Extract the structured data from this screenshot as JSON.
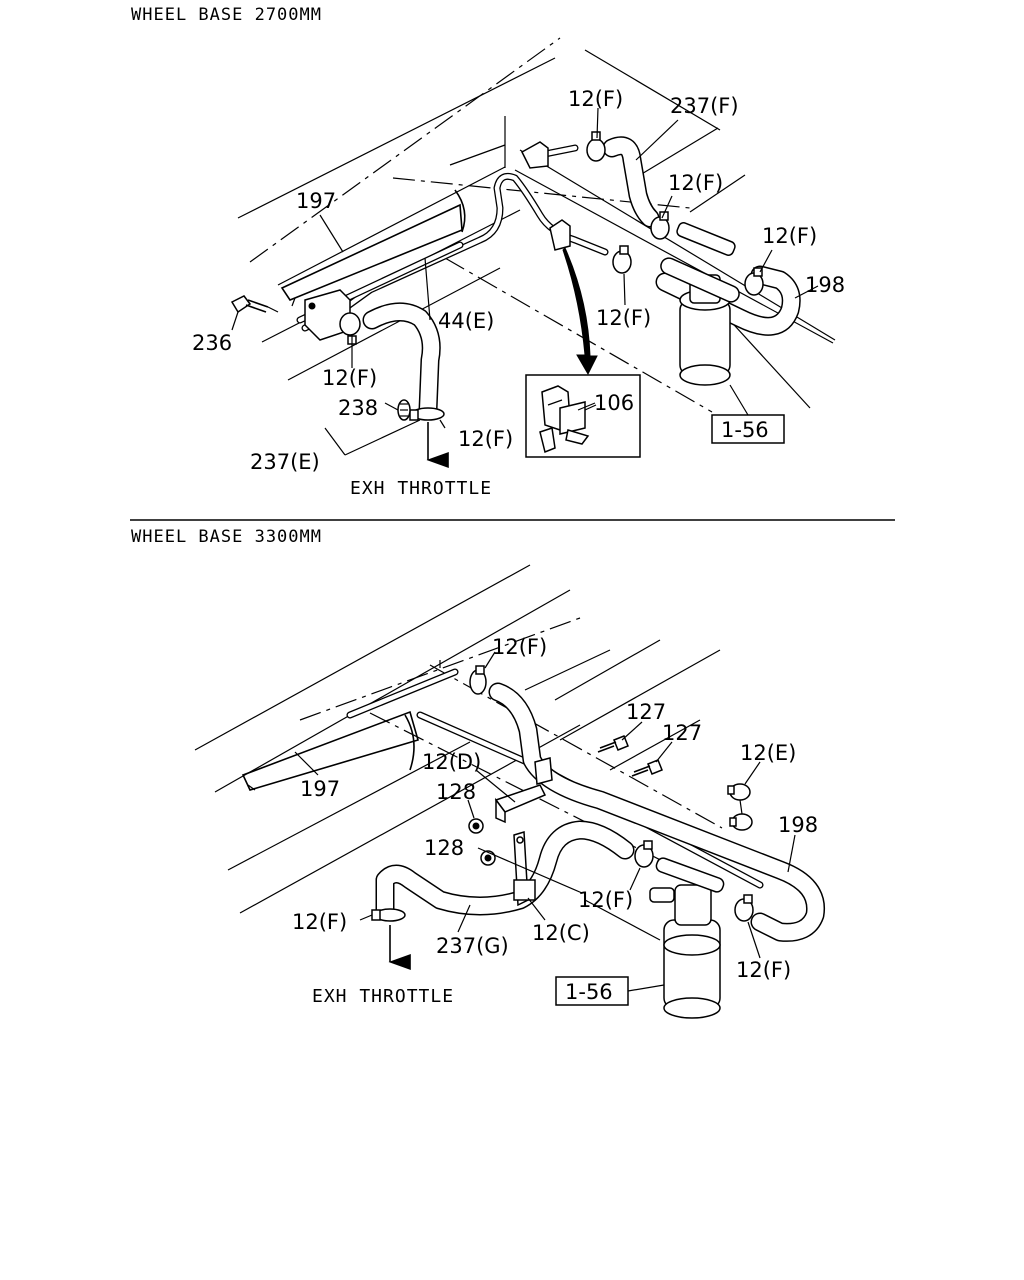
{
  "sections": [
    {
      "heading": "WHEEL BASE 2700MM",
      "labels": {
        "p197": "197",
        "p236": "236",
        "p12f_top": "12(F)",
        "p237f": "237(F)",
        "p12f_mid": "12(F)",
        "p12f_right": "12(F)",
        "p198": "198",
        "p12f_center": "12(F)",
        "p44e": "44(E)",
        "p12f_left": "12(F)",
        "p238": "238",
        "p237e": "237(E)",
        "p12f_bottom": "12(F)",
        "p106": "106",
        "ref": "1-56"
      },
      "note": "EXH THROTTLE"
    },
    {
      "heading": "WHEEL BASE 3300MM",
      "labels": {
        "p12f_top": "12(F)",
        "p127a": "127",
        "p127b": "127",
        "p12e": "12(E)",
        "p197": "197",
        "p12d": "12(D)",
        "p128a": "128",
        "p128b": "128",
        "p198": "198",
        "p12f_mid": "12(F)",
        "p12f_left": "12(F)",
        "p237g": "237(G)",
        "p12c": "12(C)",
        "p12f_right": "12(F)",
        "ref": "1-56"
      },
      "note": "EXH THROTTLE"
    }
  ]
}
